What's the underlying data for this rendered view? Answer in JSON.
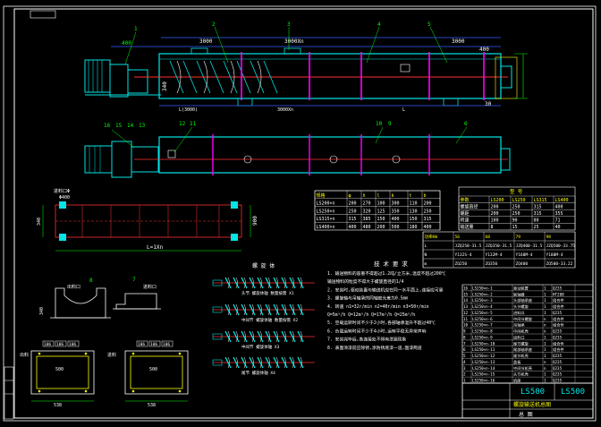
{
  "drawing": {
    "colors": {
      "background": "#000000",
      "frame": "#ffffff",
      "body": "#00e5e5",
      "shaft": "#ff3030",
      "flange": "#ff00ff",
      "dimension": "#00ff00",
      "blue": "#3060ff",
      "note": "#ffffff",
      "leader": "#ffff00"
    },
    "main_view": {
      "dims_top": [
        "400",
        "3000",
        "3000Xn",
        "3000",
        "400"
      ],
      "dims_bottom": [
        "L(3000)",
        "3000Xn",
        "L"
      ],
      "dim_side": [
        "340"
      ],
      "dim_right": "30",
      "balloons": [
        "1",
        "2",
        "3",
        "4",
        "5"
      ]
    },
    "plan_view": {
      "balloons": [
        "16",
        "15",
        "14",
        "13",
        "12",
        "11",
        "10",
        "9",
        "6"
      ]
    },
    "frame_view": {
      "label_top": "进料口Φ",
      "label_left": "Φ400",
      "dims": [
        "L=1Xn",
        "340",
        "900"
      ]
    },
    "table1": {
      "header": [
        "规格",
        "φ",
        "h",
        "l",
        "k",
        "t",
        "b"
      ],
      "rows": [
        [
          "LS200×n",
          "200",
          "270",
          "100",
          "300",
          "110",
          "200"
        ],
        [
          "LS250×n",
          "250",
          "320",
          "125",
          "350",
          "130",
          "250"
        ],
        [
          "LS315×n",
          "315",
          "385",
          "150",
          "400",
          "150",
          "315"
        ],
        [
          "LS400×n",
          "400",
          "480",
          "200",
          "500",
          "180",
          "400"
        ]
      ]
    },
    "table2": {
      "title": "型 号",
      "header": [
        "参数",
        "LS200",
        "LS250",
        "LS315",
        "LS400"
      ],
      "rows": [
        [
          "螺旋直径",
          "200",
          "250",
          "315",
          "400"
        ],
        [
          "螺距",
          "200",
          "250",
          "315",
          "355"
        ],
        [
          "转速",
          "100",
          "90",
          "80",
          "71"
        ],
        [
          "输送量",
          "8",
          "15",
          "25",
          "40"
        ]
      ]
    },
    "table3": {
      "header": [
        "功率KW",
        "56",
        "68",
        "79",
        "98"
      ],
      "rows": [
        [
          "L",
          "JZQ250-31.5",
          "JZQ350-31.5",
          "JZQ400-31.5",
          "JZQ500-33.75"
        ],
        [
          "N",
          "Y132S-4",
          "Y132M-4",
          "Y160M-4",
          "Y180M-4"
        ],
        [
          "m",
          "ZQ250",
          "ZQ350",
          "ZQ400",
          "ZQ500-33.22"
        ]
      ]
    },
    "notes": {
      "title": "技 术 要 求",
      "lines": [
        "1. 输送物料的容重不得超过1.2吨/立方米,温度不超过200℃",
        "   输送物料的粒度不得大于螺旋直径的1/4",
        "2. 安装时,驱动装置与输送机应在同一水平面上,连接应可靠",
        "3. 螺旋轴与吊轴承的同轴度允差为0.5mm",
        "4. 转速 n1=32r/min  n2=40r/min  n3=50r/min",
        "   Q=5m³/h   Q=12m³/h   Q=17m³/h   Q=25m³/h",
        "5. 空载运转时间不少于2小时,各部轴承温升不超过40℃",
        "6. 负载运转时间不少于4小时,运转平稳无异常声响",
        "7. 安装完毕后,各连接处不得有泄漏现象",
        "8. 表面涂漆前应除锈,涂防锈底漆一道,面漆两道"
      ]
    },
    "screws": {
      "title": "螺 旋 体",
      "labels": [
        "头节 螺旋体轴 数量按需 X1",
        "中间节 螺旋体轴 数量按需 X2",
        "中间节 螺旋体轴 X3",
        "尾节 螺旋体轴 X4"
      ]
    },
    "details": {
      "left_title": "出料口",
      "right_title": "进料口",
      "left_dim": "340",
      "balloons_left": [
        "8"
      ],
      "balloons_right": [
        "7"
      ],
      "left_tags": [
        "106",
        "106",
        "106"
      ],
      "right_tags": [
        "106",
        "106",
        "106"
      ],
      "left_dims": [
        "500",
        "538"
      ],
      "right_dims": [
        "500",
        "538"
      ],
      "left_side": "出料",
      "right_side": "进料"
    },
    "bom": {
      "rows": [
        [
          "16",
          "LS250×n-1",
          "驱动装置",
          "1",
          "Q235",
          ""
        ],
        [
          "15",
          "LS250×n-2",
          "联轴器",
          "1",
          "HT200",
          ""
        ],
        [
          "14",
          "LS250×n-3",
          "头部轴承座",
          "1",
          "组合件",
          ""
        ],
        [
          "13",
          "LS250×n-4",
          "头节螺旋",
          "1",
          "组合件",
          ""
        ],
        [
          "12",
          "LS250×n-5",
          "进料口",
          "1",
          "Q235",
          ""
        ],
        [
          "11",
          "LS250×n-6",
          "中间节螺旋",
          "n",
          "组合件",
          ""
        ],
        [
          "10",
          "LS250×n-7",
          "吊轴承",
          "n",
          "组合件",
          ""
        ],
        [
          "9",
          "LS250×n-8",
          "中间机壳",
          "n",
          "Q235",
          ""
        ],
        [
          "8",
          "LS250×n-9",
          "出料口",
          "1",
          "Q235",
          ""
        ],
        [
          "7",
          "LS250×n-10",
          "尾节螺旋",
          "1",
          "组合件",
          ""
        ],
        [
          "6",
          "LS250×n-11",
          "尾部轴承座",
          "1",
          "组合件",
          ""
        ],
        [
          "5",
          "LS250×n-12",
          "尾节机壳",
          "1",
          "Q235",
          ""
        ],
        [
          "4",
          "LS250×n-13",
          "盖板",
          "n",
          "Q235",
          ""
        ],
        [
          "3",
          "LS250×n-14",
          "中间节机壳",
          "n",
          "Q235",
          ""
        ],
        [
          "2",
          "LS250×n-15",
          "头节机壳",
          "1",
          "Q235",
          ""
        ],
        [
          "1",
          "LS250×n-16",
          "机座",
          "1",
          "Q235",
          ""
        ]
      ]
    },
    "title_block": {
      "model_left": "LS500",
      "model_right": "LS500",
      "name": "螺旋输送机总图",
      "sub": "总 图"
    }
  }
}
